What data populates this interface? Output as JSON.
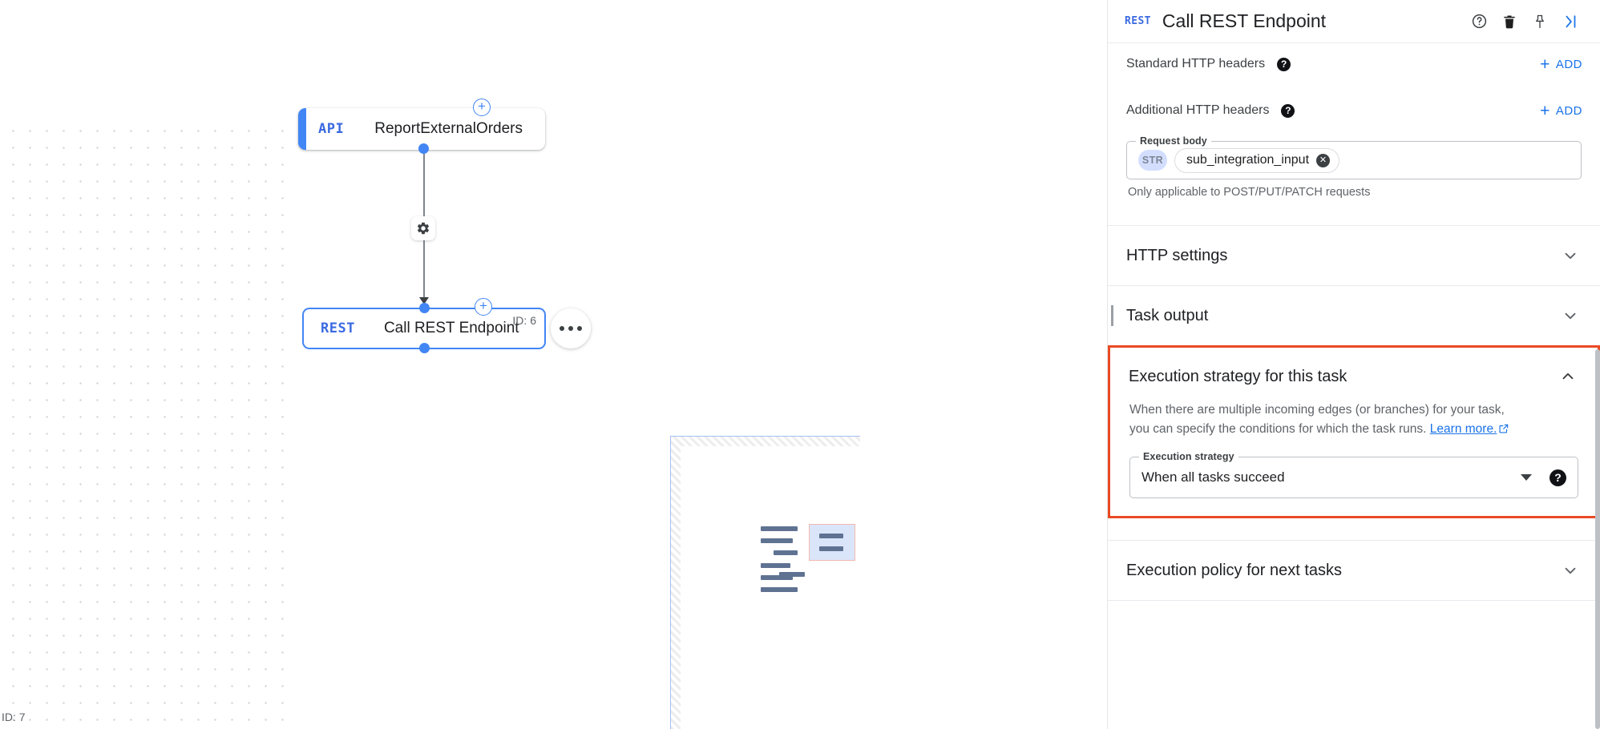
{
  "panel": {
    "header": {
      "badge": "REST",
      "title": "Call REST Endpoint",
      "icons": [
        "help-circle-icon",
        "trash-icon",
        "pin-icon",
        "collapse-panel-icon"
      ]
    },
    "standard_headers": {
      "label": "Standard HTTP headers",
      "help": "?",
      "add_label": "ADD",
      "add_plus": "+"
    },
    "additional_headers": {
      "label": "Additional HTTP headers",
      "help": "?",
      "add_label": "ADD",
      "add_plus": "+"
    },
    "request_body": {
      "legend": "Request body",
      "type_chip": "STR",
      "value": "sub_integration_input",
      "remove": "✕",
      "helper": "Only applicable to POST/PUT/PATCH requests"
    },
    "sections": [
      {
        "title": "HTTP settings",
        "state": "collapsed"
      },
      {
        "title": "Task output",
        "state": "collapsed"
      },
      {
        "title": "Execution policy for next tasks",
        "state": "collapsed"
      }
    ],
    "execution_strategy": {
      "title": "Execution strategy for this task",
      "state": "expanded",
      "description_line1": "When there are multiple incoming edges (or branches) for your task,",
      "description_line2": "you can specify the conditions for which the task runs.",
      "learn_more": "Learn more.",
      "field_legend": "Execution strategy",
      "selected_value": "When all tasks succeed",
      "help": "?",
      "highlight_color": "#ea4a24"
    }
  },
  "canvas": {
    "nodes": [
      {
        "badge": "API",
        "title": "ReportExternalOrders",
        "id_label": "",
        "selected": false
      },
      {
        "badge": "REST",
        "title": "Call REST Endpoint",
        "id_label": "ID: 6",
        "selected": true
      }
    ],
    "edge_gear": "gear-icon",
    "more_menu": "ellipsis-icon",
    "bottom_left_id": "ID: 7",
    "plus_add": "+"
  }
}
